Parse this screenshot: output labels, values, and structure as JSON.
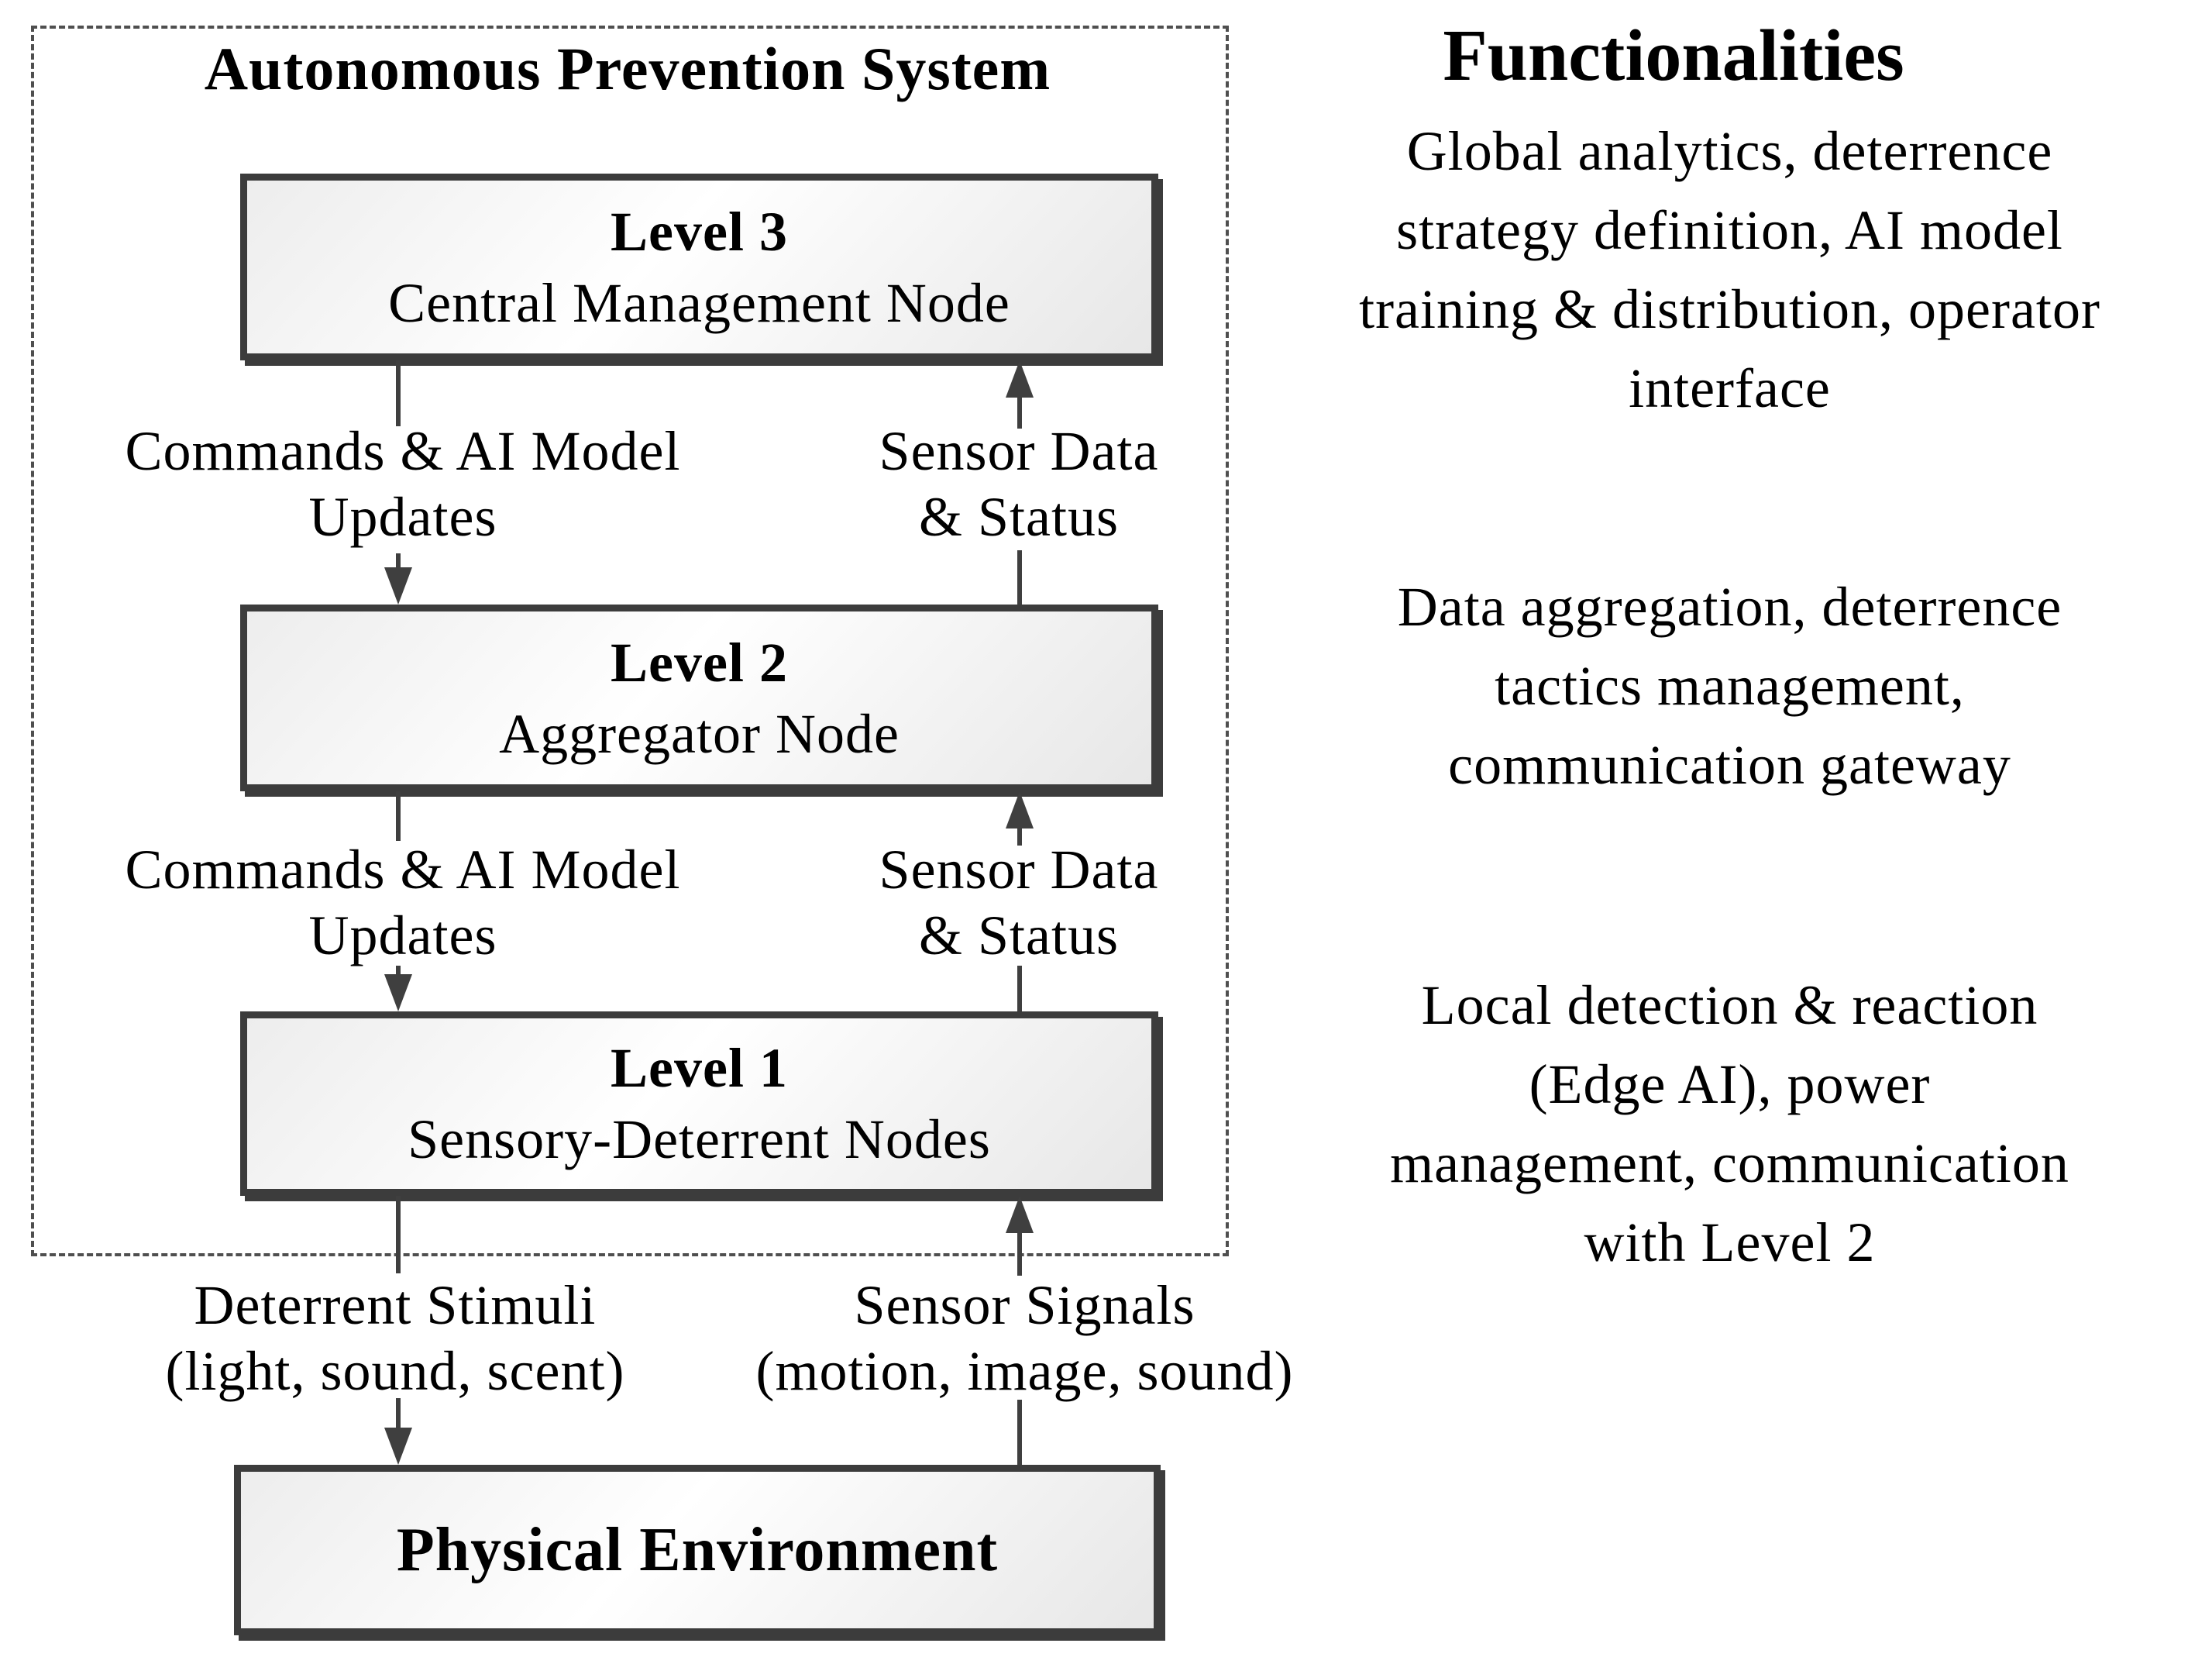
{
  "system_title": "Autonomous Prevention System",
  "boxes": {
    "level3": {
      "title": "Level 3",
      "subtitle": "Central Management Node"
    },
    "level2": {
      "title": "Level 2",
      "subtitle": "Aggregator Node"
    },
    "level1": {
      "title": "Level 1",
      "subtitle": "Sensory-Deterrent Nodes"
    },
    "environment": {
      "title": "Physical Environment"
    }
  },
  "flow_labels": {
    "commands": {
      "lines": [
        "Commands & AI Model",
        "Updates"
      ]
    },
    "sensor": {
      "lines": [
        "Sensor Data",
        "& Status"
      ]
    },
    "stimuli": {
      "lines": [
        "Deterrent Stimuli",
        "(light, sound, scent)"
      ]
    },
    "signals": {
      "lines": [
        "Sensor Signals",
        "(motion, image, sound)"
      ]
    }
  },
  "functionalities": {
    "heading": "Functionalities",
    "items": [
      {
        "lines": [
          "Global analytics, deterrence",
          "strategy definition, AI model",
          "training & distribution, operator",
          "interface"
        ]
      },
      {
        "lines": [
          "Data aggregation, deterrence",
          "tactics management,",
          "communication gateway"
        ]
      },
      {
        "lines": [
          "Local detection & reaction",
          "(Edge AI), power",
          "management, communication",
          "with Level 2"
        ]
      }
    ]
  },
  "colors": {
    "line": "#3f3f3f",
    "box_border": "#3c3c3c",
    "dashed_border": "#4f4f4f",
    "text": "#000000",
    "box_fill_top": "#ededed",
    "box_fill_mid": "#ffffff",
    "box_fill_bottom": "#e7e7e7"
  }
}
